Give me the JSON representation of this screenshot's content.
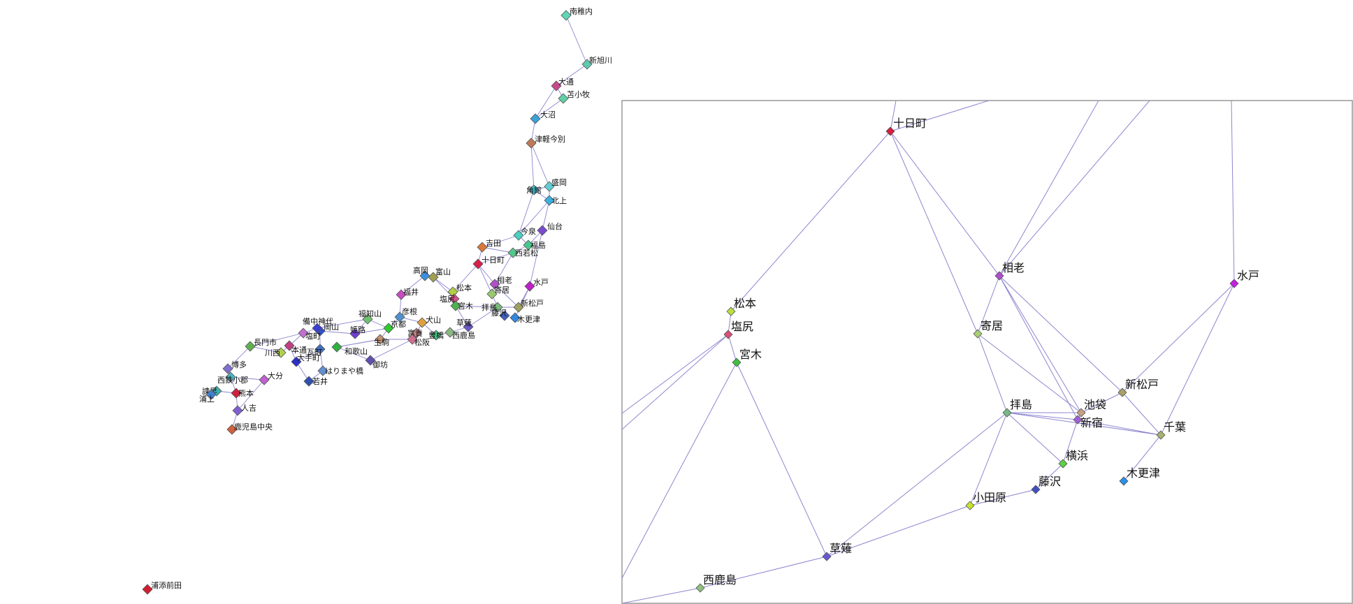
{
  "overview": {
    "stations": [
      {
        "name": "南稚内",
        "color": "#5fd6b5"
      },
      {
        "name": "新旭川",
        "color": "#5fc9b0"
      },
      {
        "name": "大通",
        "color": "#c94a8c"
      },
      {
        "name": "苫小牧",
        "color": "#5fd0a6"
      },
      {
        "name": "大沼",
        "color": "#3ba3d8"
      },
      {
        "name": "津軽今別",
        "color": "#c07a5a"
      },
      {
        "name": "盛岡",
        "color": "#5fcfd6"
      },
      {
        "name": "角館",
        "color": "#3fc0d0"
      },
      {
        "name": "北上",
        "color": "#3ab0e0"
      },
      {
        "name": "仙台",
        "color": "#7a4ad0"
      },
      {
        "name": "今泉",
        "color": "#4acfc0"
      },
      {
        "name": "吉田",
        "color": "#d8783a"
      },
      {
        "name": "福島",
        "color": "#48c890"
      },
      {
        "name": "西若松",
        "color": "#52c88a"
      },
      {
        "name": "十日町",
        "color": "#d81e4a"
      },
      {
        "name": "高岡",
        "color": "#3a90e0"
      },
      {
        "name": "富山",
        "color": "#a0a050"
      },
      {
        "name": "福井",
        "color": "#c84ac0"
      },
      {
        "name": "松本",
        "color": "#b0d040"
      },
      {
        "name": "相老",
        "color": "#b050c8"
      },
      {
        "name": "水戸",
        "color": "#c020c8"
      },
      {
        "name": "寄居",
        "color": "#98c870"
      },
      {
        "name": "塩尻",
        "color": "#d05088"
      },
      {
        "name": "宮木",
        "color": "#50b050"
      },
      {
        "name": "新松戸",
        "color": "#a0a060"
      },
      {
        "name": "拝島",
        "color": "#78b878"
      },
      {
        "name": "藤沢",
        "color": "#4060c0"
      },
      {
        "name": "木更津",
        "color": "#3088e0"
      },
      {
        "name": "草薙",
        "color": "#6a58c8"
      },
      {
        "name": "西鹿島",
        "color": "#8ab880"
      },
      {
        "name": "豊橋",
        "color": "#40c880"
      },
      {
        "name": "犬山",
        "color": "#e0a040"
      },
      {
        "name": "富貴",
        "color": "#c08080"
      },
      {
        "name": "松阪",
        "color": "#d07090"
      },
      {
        "name": "生駒",
        "color": "#c09070"
      },
      {
        "name": "京都",
        "color": "#30c830"
      },
      {
        "name": "彦根",
        "color": "#5090d0"
      },
      {
        "name": "福知山",
        "color": "#70c070"
      },
      {
        "name": "姫路",
        "color": "#7040d0"
      },
      {
        "name": "和歌山",
        "color": "#30b040"
      },
      {
        "name": "御坊",
        "color": "#6050b0"
      },
      {
        "name": "岡山",
        "color": "#3050d0"
      },
      {
        "name": "備中神代",
        "color": "#3a40d0"
      },
      {
        "name": "塩町",
        "color": "#c070d0"
      },
      {
        "name": "瓦町",
        "color": "#4070c0"
      },
      {
        "name": "はりまや橋",
        "color": "#6090d0"
      },
      {
        "name": "本通",
        "color": "#c04080"
      },
      {
        "name": "大手町",
        "color": "#2a30c8"
      },
      {
        "name": "川西",
        "color": "#b0d050"
      },
      {
        "name": "長門市",
        "color": "#60b050"
      },
      {
        "name": "若井",
        "color": "#3050b0"
      },
      {
        "name": "博多",
        "color": "#8070d0"
      },
      {
        "name": "西鉄小郡",
        "color": "#50b0c0"
      },
      {
        "name": "大分",
        "color": "#c060d0"
      },
      {
        "name": "熊本",
        "color": "#d02040"
      },
      {
        "name": "諫早",
        "color": "#40b0b0"
      },
      {
        "name": "浦上",
        "color": "#4080d0"
      },
      {
        "name": "人吉",
        "color": "#8060d0"
      },
      {
        "name": "鹿児島中央",
        "color": "#d06040"
      },
      {
        "name": "浦添前田",
        "color": "#d02030"
      }
    ]
  },
  "detail": {
    "stations": [
      {
        "name": "十日町",
        "color": "#d81e3c"
      },
      {
        "name": "相老",
        "color": "#b24ccf"
      },
      {
        "name": "水戸",
        "color": "#c81ee0"
      },
      {
        "name": "松本",
        "color": "#b8e040"
      },
      {
        "name": "塩尻",
        "color": "#d8507a"
      },
      {
        "name": "宮木",
        "color": "#3ec03e"
      },
      {
        "name": "寄居",
        "color": "#a8d070"
      },
      {
        "name": "拝島",
        "color": "#78b884"
      },
      {
        "name": "池袋",
        "color": "#c8a080"
      },
      {
        "name": "新宿",
        "color": "#a060d8"
      },
      {
        "name": "新松戸",
        "color": "#a8a068"
      },
      {
        "name": "千葉",
        "color": "#a8b070"
      },
      {
        "name": "横浜",
        "color": "#60d040"
      },
      {
        "name": "藤沢",
        "color": "#4050c0"
      },
      {
        "name": "木更津",
        "color": "#2a90e8"
      },
      {
        "name": "小田原",
        "color": "#c8e030"
      },
      {
        "name": "草薙",
        "color": "#6a58d0"
      },
      {
        "name": "西鹿島",
        "color": "#90c080"
      }
    ]
  },
  "colors": {
    "edge": "#8d86cf",
    "frame": "#999999"
  }
}
